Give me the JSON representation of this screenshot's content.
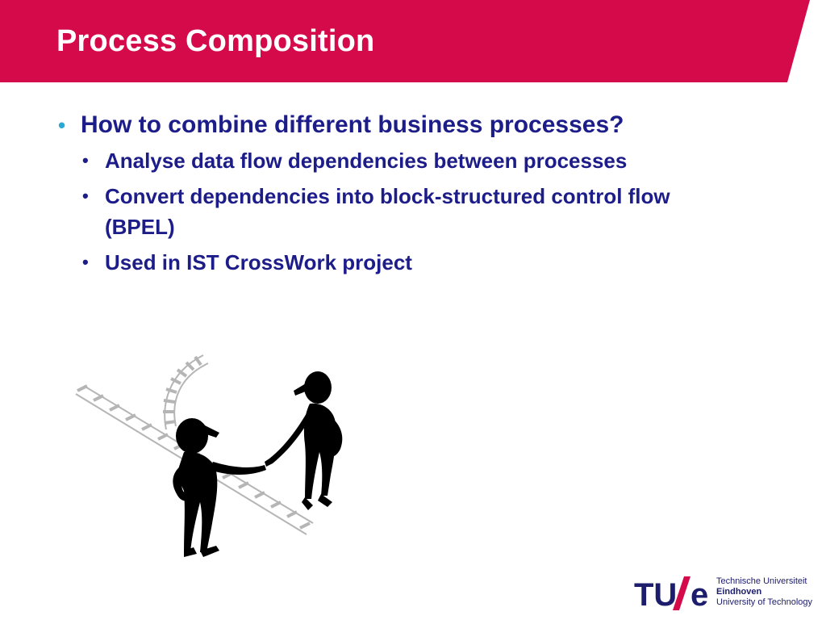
{
  "slide": {
    "title": "Process Composition",
    "bullets": [
      {
        "text": "How to combine different business processes?",
        "children": [
          "Analyse data flow dependencies between processes",
          "Convert dependencies into block-structured control flow (BPEL)",
          "Used in IST CrossWork project"
        ]
      }
    ]
  },
  "logo": {
    "line1": "Technische Universiteit",
    "line2": "Eindhoven",
    "line3": "University of Technology"
  },
  "colors": {
    "title_band": "#d40a4b",
    "bullet_text": "#1d1d8a",
    "bullet_marker": "#2aa8d6",
    "logo_blue": "#1d1d6e"
  }
}
